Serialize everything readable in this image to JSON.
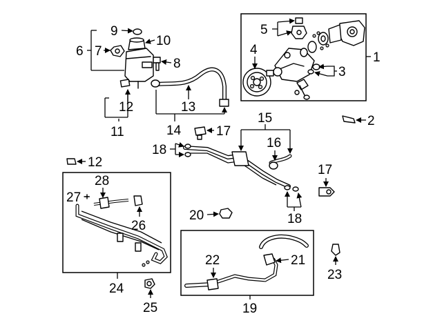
{
  "callouts": [
    "1",
    "2",
    "3",
    "4",
    "5",
    "6",
    "7",
    "8",
    "9",
    "10",
    "11",
    "12",
    "12",
    "13",
    "14",
    "15",
    "16",
    "17",
    "17",
    "18",
    "18",
    "19",
    "20",
    "21",
    "22",
    "23",
    "24",
    "25",
    "26",
    "27",
    "28"
  ]
}
